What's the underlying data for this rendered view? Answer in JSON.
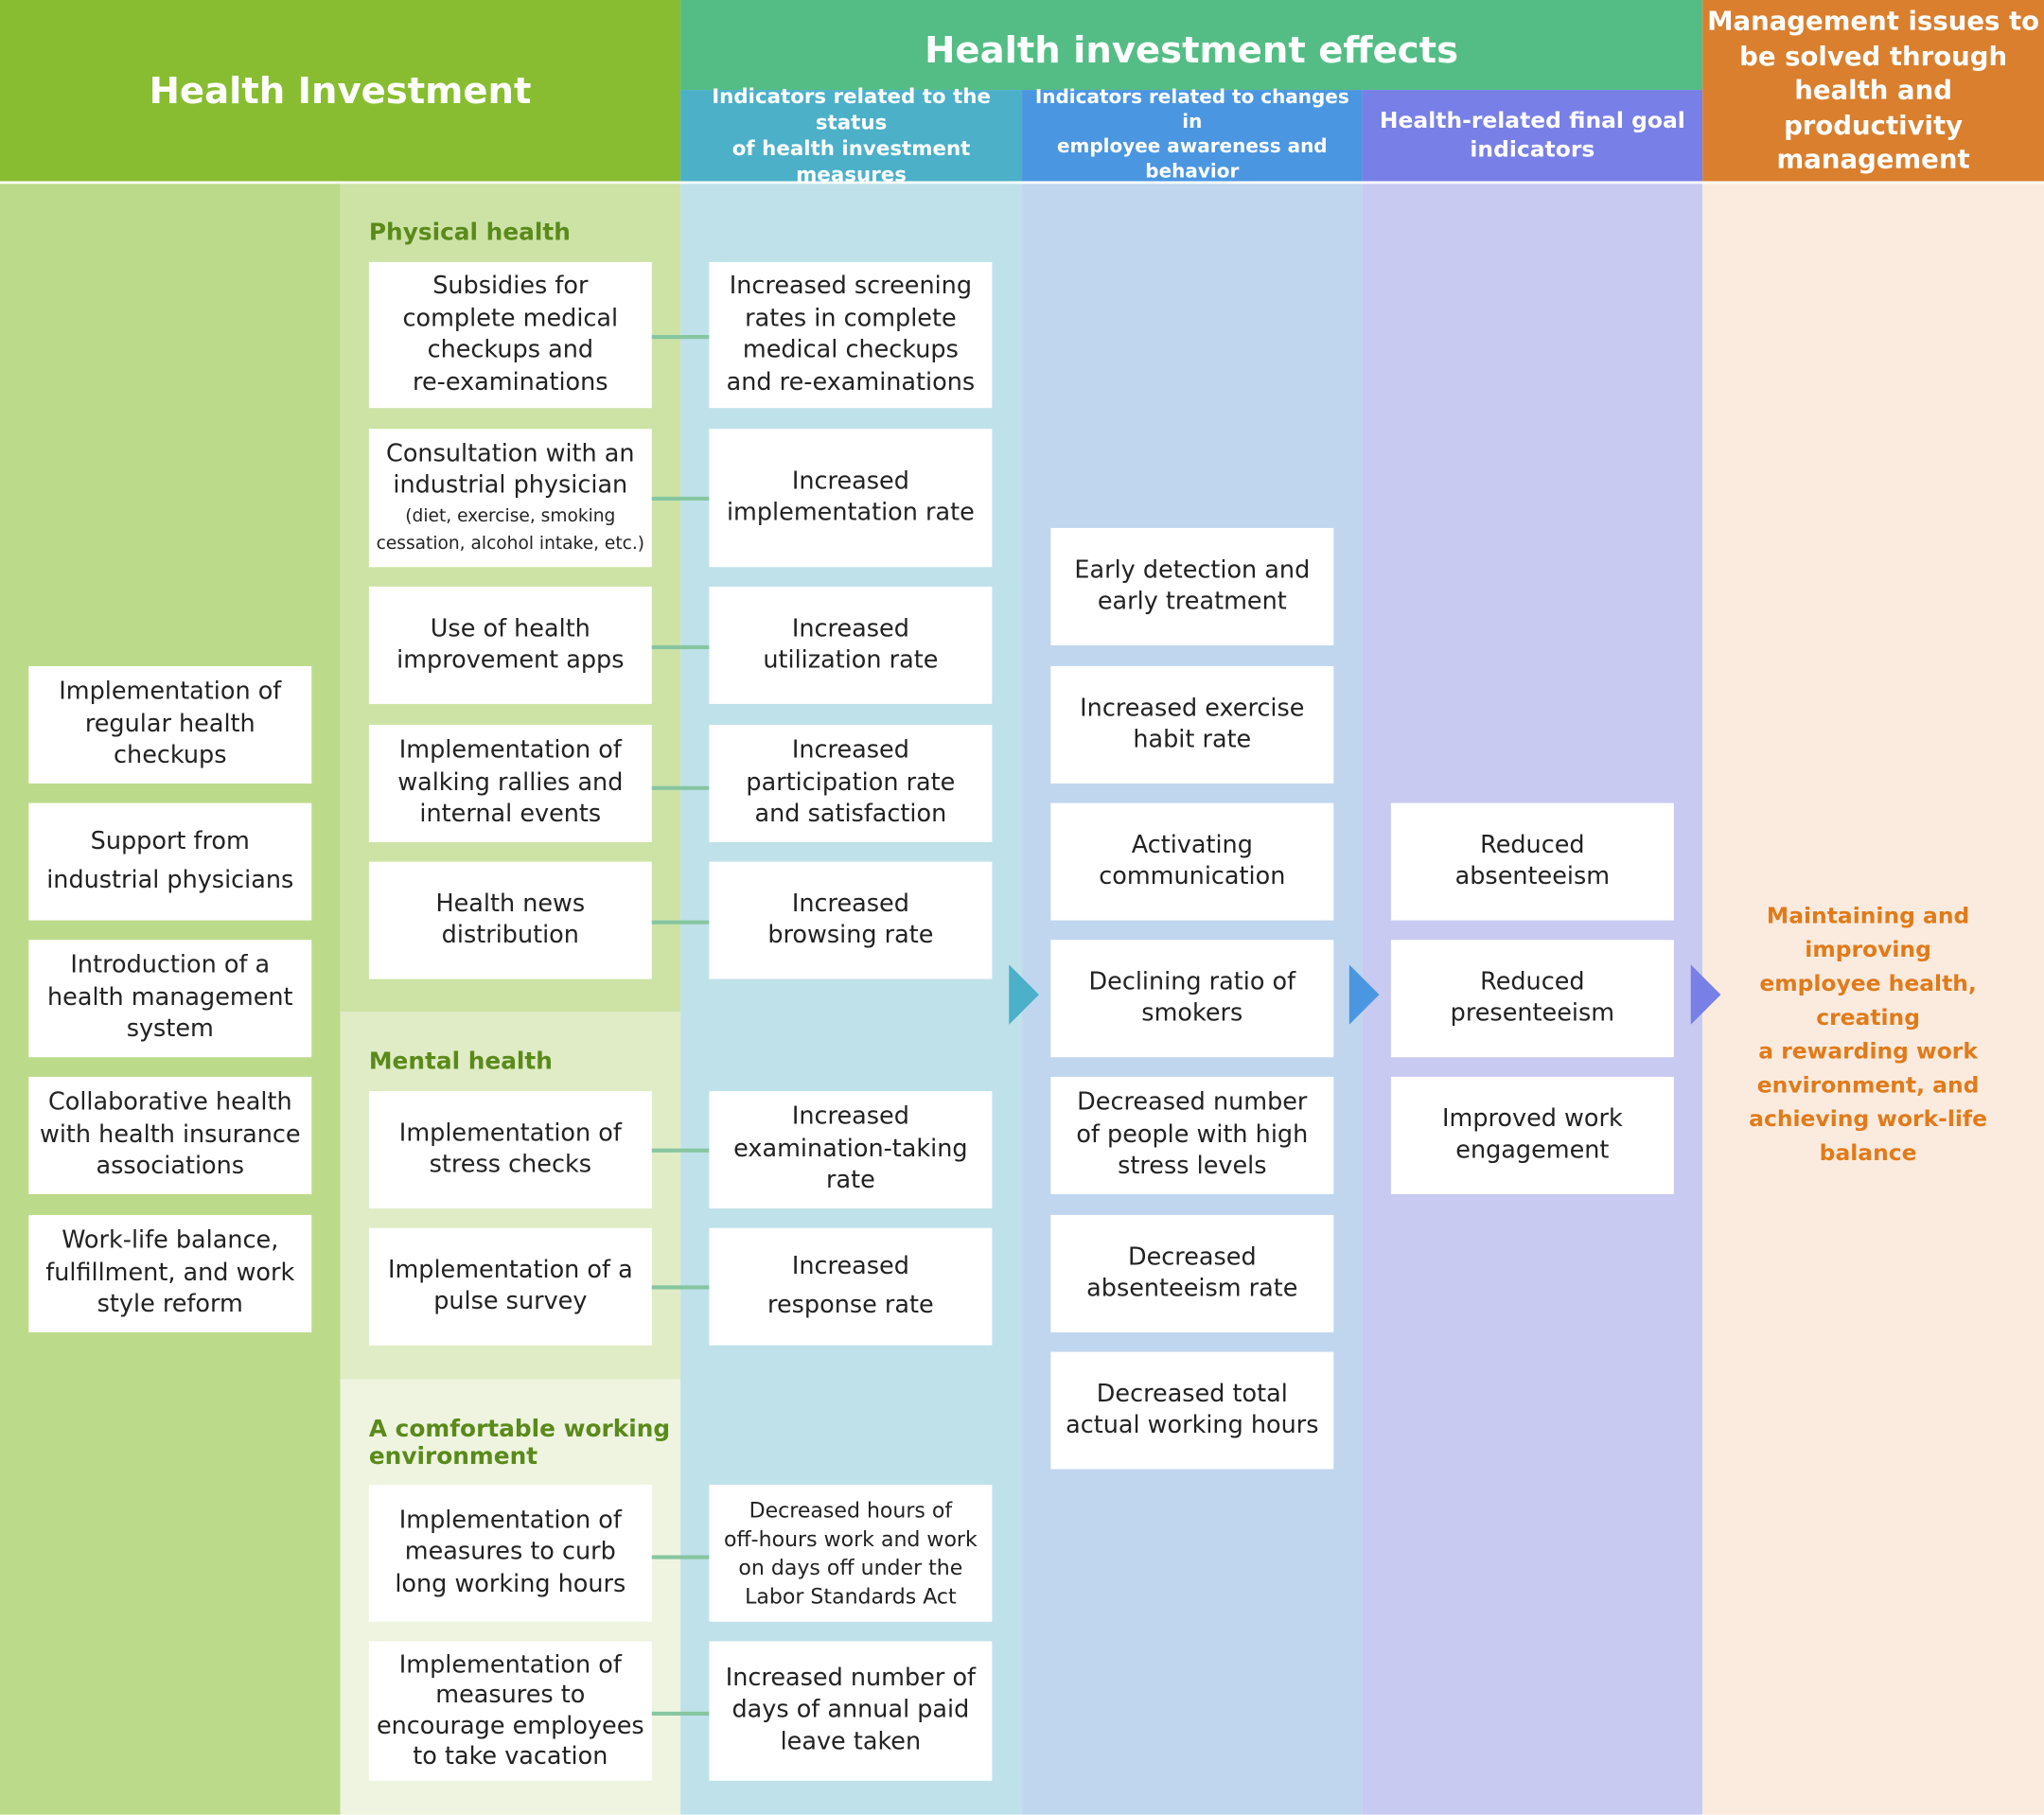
{
  "header": {
    "investment": "Health Investment",
    "effects": "Health investment effects",
    "col_status": "Indicators related to the status\nof health investment measures",
    "col_awareness": "Indicators related to changes in\nemployee awareness and behavior",
    "col_final": "Health-related final goal\nindicators",
    "col_management": "Management issues to\nbe solved through\nhealth and productivity\nmanagement"
  },
  "colors": {
    "investment": "#88bd31",
    "effects": "#54bd85",
    "status": "#4bb0c8",
    "awareness": "#4b96e0",
    "final": "#787fe6",
    "management": "#d97f2e"
  },
  "foundations": [
    "Implementation of\nregular health\ncheckups",
    "Support from\nindustrial physicians",
    "Introduction of a\nhealth management\nsystem",
    "Collaborative health\nwith health insurance\nassociations",
    "Work-life balance,\nfulfillment, and work\nstyle reform"
  ],
  "sections": {
    "physical": "Physical health",
    "mental": "Mental health",
    "environment": "A comfortable working\nenvironment"
  },
  "measures": [
    {
      "text": "Subsidies for\ncomplete medical\ncheckups and\nre-examinations",
      "indicator": "Increased screening\nrates in complete\nmedical checkups\nand re-examinations"
    },
    {
      "text": "Consultation with an\nindustrial physician",
      "note": "(diet, exercise, smoking\ncessation, alcohol intake, etc.)",
      "indicator": "Increased\nimplementation rate"
    },
    {
      "text": "Use of health\nimprovement apps",
      "indicator": "Increased\nutilization rate"
    },
    {
      "text": "Implementation of\nwalking rallies and\ninternal events",
      "indicator": "Increased\nparticipation rate\nand satisfaction"
    },
    {
      "text": "Health news\ndistribution",
      "indicator": "Increased\nbrowsing rate"
    },
    {
      "text": "Implementation of\nstress checks",
      "indicator": "Increased\nexamination-taking\nrate"
    },
    {
      "text": "Implementation of a\npulse survey",
      "indicator": "Increased\nresponse rate"
    },
    {
      "text": "Implementation of\nmeasures to curb\nlong working hours",
      "indicator": "Decreased hours of\noff-hours work and work\non days off under the\nLabor Standards Act"
    },
    {
      "text": "Implementation of\nmeasures to\nencourage employees\nto take vacation",
      "indicator": "Increased number of\ndays of annual paid\nleave taken"
    }
  ],
  "awareness": [
    "Early detection and\nearly treatment",
    "Increased exercise\nhabit rate",
    "Activating\ncommunication",
    "Declining ratio of\nsmokers",
    "Decreased number\nof people with high\nstress levels",
    "Decreased\nabsenteeism rate",
    "Decreased total\nactual working hours"
  ],
  "final_goals": [
    "Reduced\nabsenteeism",
    "Reduced\npresenteeism",
    "Improved work\nengagement"
  ],
  "management_goal": "Maintaining and improving\nemployee health, creating\na rewarding work\nenvironment, and\nachieving work-life\nbalance"
}
